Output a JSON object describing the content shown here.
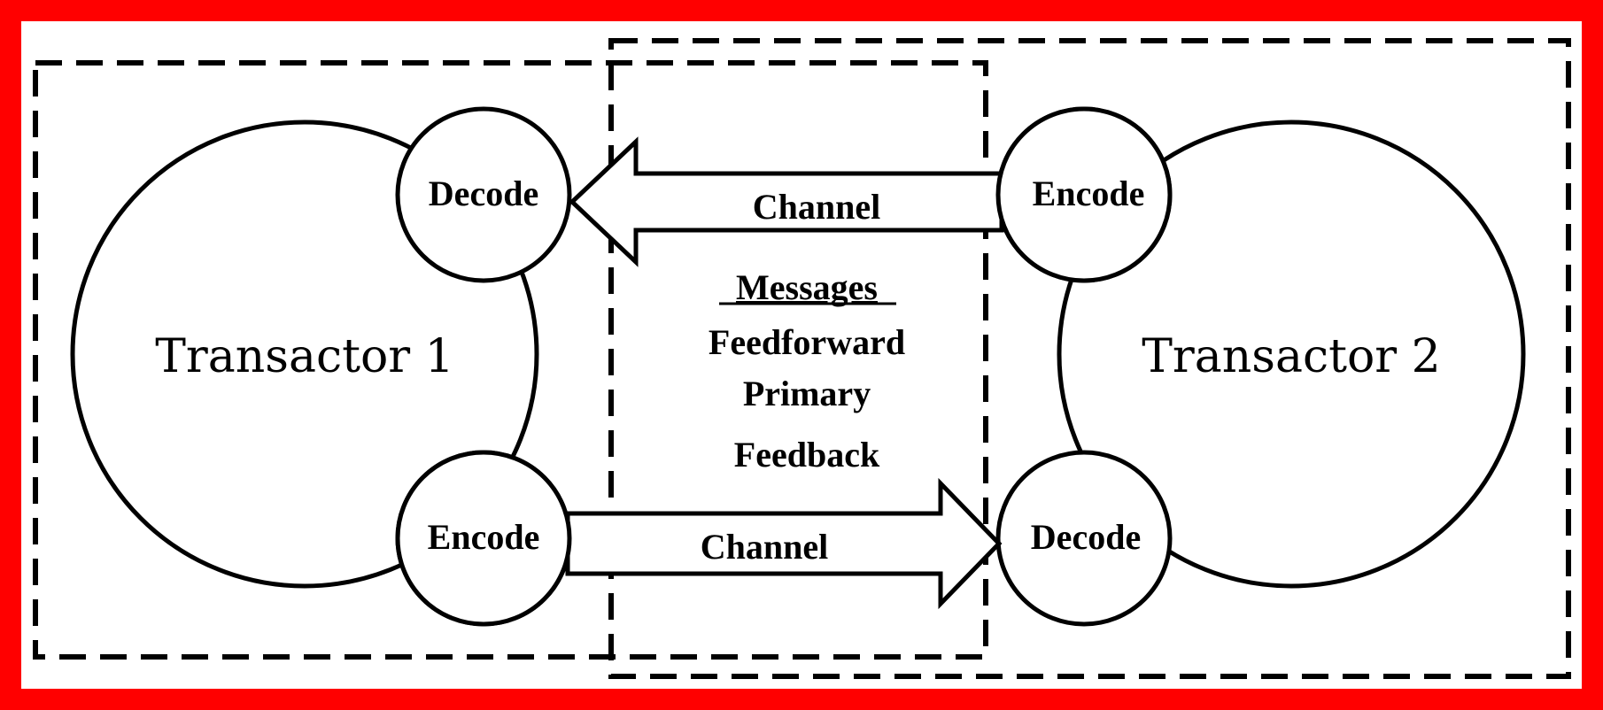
{
  "colors": {
    "frame": "#ff0000",
    "background": "#ffffff",
    "ink": "#000000"
  },
  "transactor_1": {
    "label": "Transactor 1",
    "decode_label": "Decode",
    "encode_label": "Encode"
  },
  "transactor_2": {
    "label": "Transactor 2",
    "encode_label": "Encode",
    "decode_label": "Decode"
  },
  "channel_top": {
    "label": "Channel"
  },
  "channel_bottom": {
    "label": "Channel"
  },
  "messages": {
    "heading": "Messages",
    "items": [
      "Feedforward",
      "Primary",
      "Feedback"
    ]
  }
}
